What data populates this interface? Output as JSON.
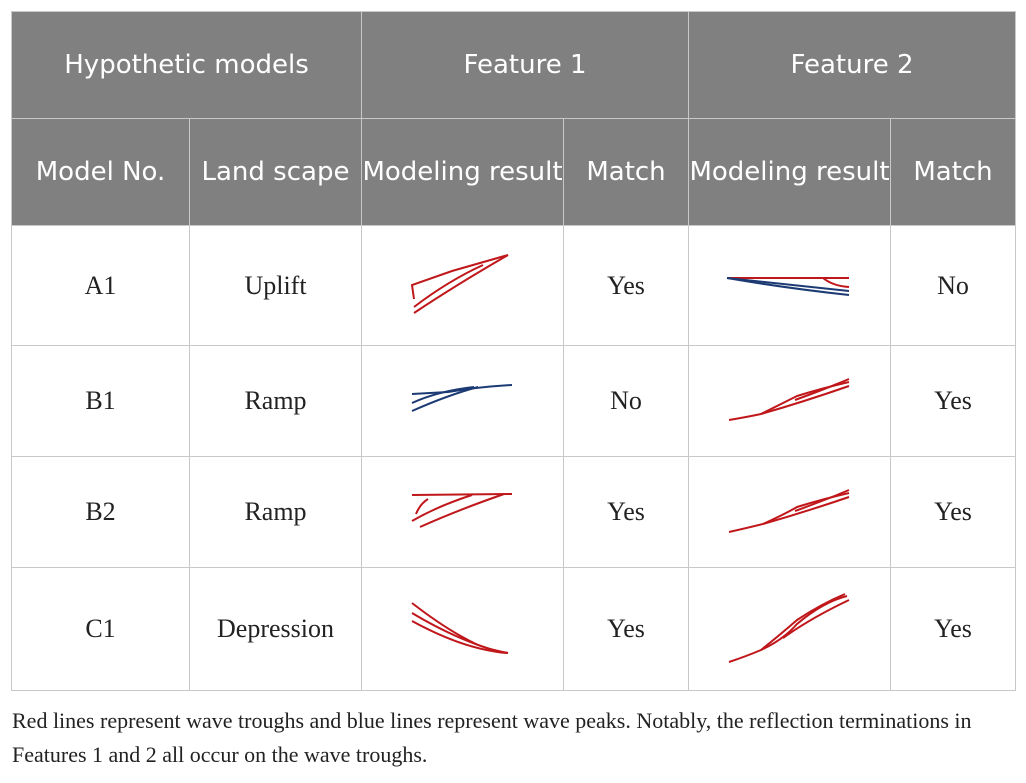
{
  "colors": {
    "header_bg": "#808080",
    "trough": "#c0171b",
    "peak": "#1c3a73"
  },
  "header": {
    "hypothetic_models": "Hypothetic models",
    "feature1": "Feature 1",
    "feature2": "Feature 2",
    "model_no": "Model No.",
    "landscape": "Land scape",
    "modeling_result_1": "Modeling result",
    "match_1": "Match",
    "modeling_result_2": "Modeling result",
    "match_2": "Match"
  },
  "rows": [
    {
      "model": "A1",
      "landscape": "Uplift",
      "f1_icon": "red-uplift-lines-icon",
      "f1_match": "Yes",
      "f2_icon": "red-blue-flat-lines-icon",
      "f2_match": "No"
    },
    {
      "model": "B1",
      "landscape": "Ramp",
      "f1_icon": "blue-converging-lines-icon",
      "f1_match": "No",
      "f2_icon": "red-rising-lines-icon",
      "f2_match": "Yes"
    },
    {
      "model": "B2",
      "landscape": "Ramp",
      "f1_icon": "red-converging-lines-icon",
      "f1_match": "Yes",
      "f2_icon": "red-rising-lines-icon",
      "f2_match": "Yes"
    },
    {
      "model": "C1",
      "landscape": "Depression",
      "f1_icon": "red-descending-lines-icon",
      "f1_match": "Yes",
      "f2_icon": "red-steep-rising-lines-icon",
      "f2_match": "Yes"
    }
  ],
  "footnote": "Red lines represent wave troughs and blue lines represent wave peaks. Notably, the reflection terminations in Features 1 and 2 all occur on the wave troughs."
}
